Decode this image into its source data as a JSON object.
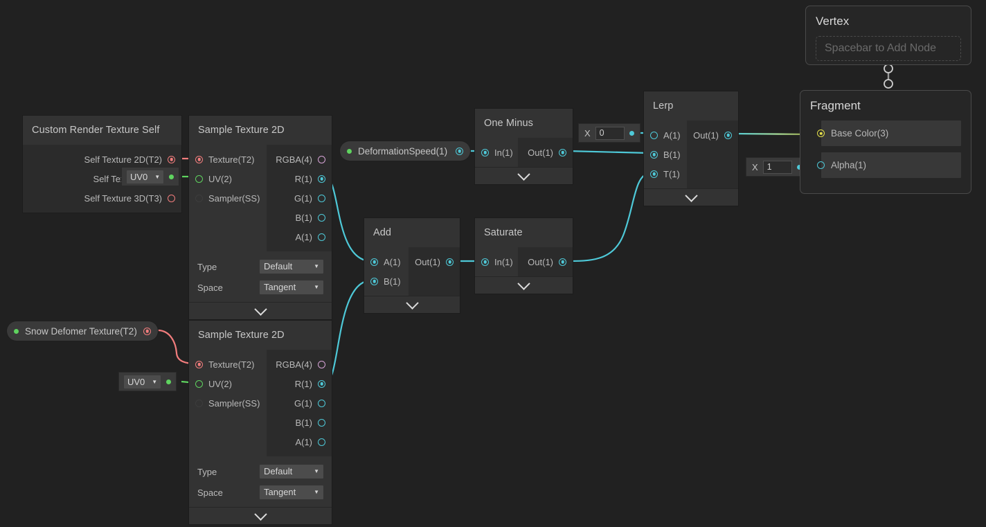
{
  "app": {
    "background": "#212121",
    "accent_float": "#4ec9d8",
    "accent_texture": "#f27d7d",
    "accent_uv": "#5fd35f",
    "accent_vec3": "#e4e04a",
    "accent_vec4": "#d7a4d7"
  },
  "nodes": {
    "crt_self": {
      "title": "Custom Render Texture Self",
      "inputs": [],
      "outputs": [
        {
          "label": "Self Texture 2D(T2)",
          "type": "texture",
          "connected": true
        },
        {
          "label": "Self Texture C(C)",
          "type": "uv",
          "connected": true
        },
        {
          "label": "Self Texture 3D(T3)",
          "type": "texture",
          "connected": false
        }
      ],
      "uv_selector": {
        "value": "UV0"
      }
    },
    "sample_tex_1": {
      "title": "Sample Texture 2D",
      "inputs": [
        {
          "label": "Texture(T2)",
          "type": "texture",
          "connected": true
        },
        {
          "label": "UV(2)",
          "type": "uv",
          "connected": false
        },
        {
          "label": "Sampler(SS)",
          "type": "sampler",
          "connected": false
        }
      ],
      "outputs": [
        {
          "label": "RGBA(4)",
          "type": "vec4",
          "connected": false
        },
        {
          "label": "R(1)",
          "type": "float",
          "connected": true
        },
        {
          "label": "G(1)",
          "type": "float",
          "connected": false
        },
        {
          "label": "B(1)",
          "type": "float",
          "connected": false
        },
        {
          "label": "A(1)",
          "type": "float",
          "connected": false
        }
      ],
      "settings": [
        {
          "name": "Type",
          "value": "Default"
        },
        {
          "name": "Space",
          "value": "Tangent"
        }
      ]
    },
    "sample_tex_2": {
      "title": "Sample Texture 2D",
      "inputs": [
        {
          "label": "Texture(T2)",
          "type": "texture",
          "connected": true
        },
        {
          "label": "UV(2)",
          "type": "uv",
          "connected": false
        },
        {
          "label": "Sampler(SS)",
          "type": "sampler",
          "connected": false
        }
      ],
      "outputs": [
        {
          "label": "RGBA(4)",
          "type": "vec4",
          "connected": false
        },
        {
          "label": "R(1)",
          "type": "float",
          "connected": true
        },
        {
          "label": "G(1)",
          "type": "float",
          "connected": false
        },
        {
          "label": "B(1)",
          "type": "float",
          "connected": false
        },
        {
          "label": "A(1)",
          "type": "float",
          "connected": false
        }
      ],
      "settings": [
        {
          "name": "Type",
          "value": "Default"
        },
        {
          "name": "Space",
          "value": "Tangent"
        }
      ],
      "uv_selector": {
        "value": "UV0"
      }
    },
    "add": {
      "title": "Add",
      "inputs": [
        {
          "label": "A(1)",
          "type": "float",
          "connected": true
        },
        {
          "label": "B(1)",
          "type": "float",
          "connected": true
        }
      ],
      "outputs": [
        {
          "label": "Out(1)",
          "type": "float",
          "connected": true
        }
      ]
    },
    "saturate": {
      "title": "Saturate",
      "inputs": [
        {
          "label": "In(1)",
          "type": "float",
          "connected": true
        }
      ],
      "outputs": [
        {
          "label": "Out(1)",
          "type": "float",
          "connected": true
        }
      ]
    },
    "one_minus": {
      "title": "One Minus",
      "inputs": [
        {
          "label": "In(1)",
          "type": "float",
          "connected": true
        }
      ],
      "outputs": [
        {
          "label": "Out(1)",
          "type": "float",
          "connected": true
        }
      ]
    },
    "lerp": {
      "title": "Lerp",
      "inputs": [
        {
          "label": "A(1)",
          "type": "float",
          "connected": false
        },
        {
          "label": "B(1)",
          "type": "float",
          "connected": true
        },
        {
          "label": "T(1)",
          "type": "float",
          "connected": true
        }
      ],
      "outputs": [
        {
          "label": "Out(1)",
          "type": "float",
          "connected": true
        }
      ],
      "a_field": {
        "axis_label": "X",
        "value": "0"
      }
    }
  },
  "properties": [
    {
      "name": "deformation_speed",
      "label": "DeformationSpeed(1)",
      "type": "float"
    },
    {
      "name": "snow_deformer_texture",
      "label": "Snow Defomer Texture(T2)",
      "type": "texture"
    }
  ],
  "master_stack": {
    "vertex": {
      "title": "Vertex",
      "placeholder": "Spacebar to Add Node"
    },
    "fragment": {
      "title": "Fragment",
      "rows": [
        {
          "label": "Base Color(3)",
          "type": "vec3",
          "connected": true
        },
        {
          "label": "Alpha(1)",
          "type": "float",
          "connected": false
        }
      ],
      "alpha_field": {
        "axis_label": "X",
        "value": "1"
      }
    }
  },
  "icons": {
    "chevron_down": "chevron-down-icon",
    "caret_down": "▼"
  }
}
